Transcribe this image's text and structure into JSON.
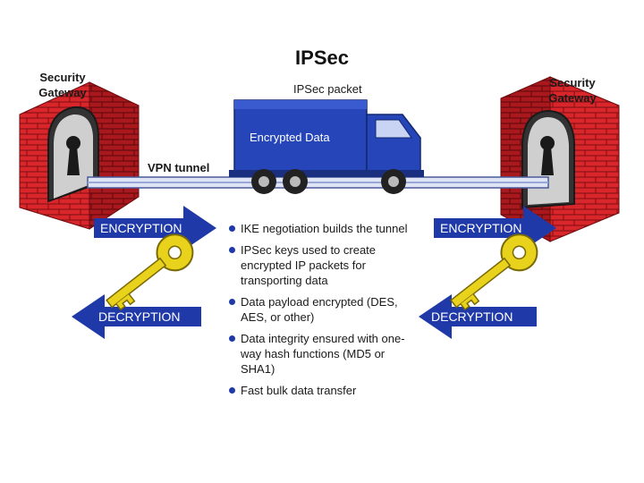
{
  "title": "IPSec",
  "packet_label": "IPSec packet",
  "truck_label": "Encrypted Data",
  "tunnel_label": "VPN tunnel",
  "gateway_left": {
    "line1": "Security",
    "line2": "Gateway"
  },
  "gateway_right": {
    "line1": "Security",
    "line2": "Gateway"
  },
  "arrows": {
    "left_encryption": "ENCRYPTION",
    "left_decryption": "DECRYPTION",
    "right_encryption": "ENCRYPTION",
    "right_decryption": "DECRYPTION"
  },
  "bullets": [
    "IKE negotiation builds the tunnel",
    "IPSec keys used to create encrypted IP packets for transporting data",
    "Data payload encrypted (DES, AES, or other)",
    "Data integrity ensured with one-way hash functions (MD5 or SHA1)",
    "Fast bulk data transfer"
  ],
  "colors": {
    "wall": "#d9262b",
    "truck": "#2545b8",
    "arrow": "#1f3aa8",
    "key": "#e8d21c",
    "tunnel": "#9aa8d8"
  }
}
